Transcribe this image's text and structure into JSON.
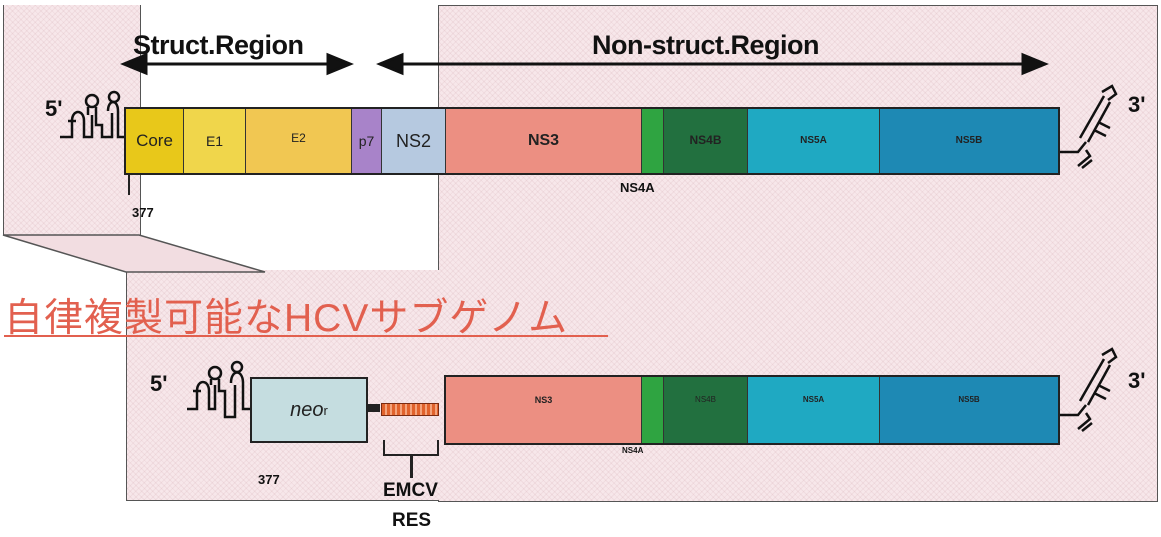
{
  "regions": {
    "struct_label": "Struct.Region",
    "nonstruct_label": "Non-struct.Region"
  },
  "genome": {
    "five_prime": "5'",
    "three_prime": "3'",
    "position": "377",
    "segments": [
      {
        "label": "Core",
        "color": "#e8c81a"
      },
      {
        "label": "E1",
        "color": "#f0d64b"
      },
      {
        "label": "E2",
        "color": "#f1c752"
      },
      {
        "label": "p7",
        "color": "#a883c9"
      },
      {
        "label": "NS2",
        "color": "#b6c9e0"
      },
      {
        "label": "NS3",
        "color": "#ec8f82"
      },
      {
        "label": "",
        "color": "#2fa441"
      },
      {
        "label": "NS4B",
        "color": "#22703f"
      },
      {
        "label": "NS5A",
        "color": "#1fa9c2"
      },
      {
        "label": "NS5B",
        "color": "#1e89b4"
      }
    ],
    "ns4a_label": "NS4A"
  },
  "subgenome": {
    "title": "自律複製可能なHCVサブゲノム",
    "five_prime": "5'",
    "three_prime": "3'",
    "position": "377",
    "neo_label": "neo",
    "neo_sup": "r",
    "emcv_line1": "EMCV",
    "emcv_line2": "RES",
    "segments": [
      {
        "label": "NS3",
        "color": "#ec8f82"
      },
      {
        "label": "",
        "color": "#2fa441"
      },
      {
        "label": "NS4B",
        "color": "#22703f"
      },
      {
        "label": "NS5A",
        "color": "#1fa9c2"
      },
      {
        "label": "NS5B",
        "color": "#1e89b4"
      }
    ],
    "ns4a_label": "NS4A"
  },
  "colors": {
    "title_red": "#e2604f",
    "neo_fill": "#c5dde0",
    "emcv_orange": "#e0622c"
  }
}
